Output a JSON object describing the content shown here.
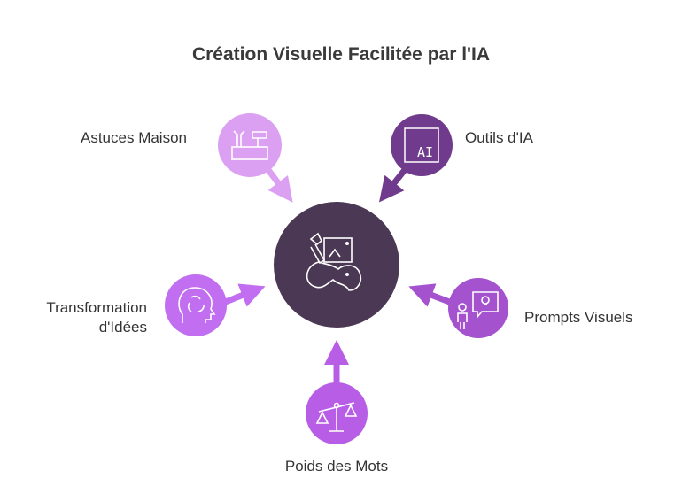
{
  "title": "Création Visuelle Facilitée par l'IA",
  "nodes": [
    {
      "label": "Astuces Maison",
      "icon": "tools-icon",
      "color": "#dca0f2"
    },
    {
      "label": "Outils d'IA",
      "icon": "ai-icon",
      "color": "#703b8c",
      "icon_text": "AI"
    },
    {
      "label": "Transformation d'Idées",
      "label_line1": "Transformation",
      "label_line2": "d'Idées",
      "icon": "head-cycle-icon",
      "color": "#c26ef0"
    },
    {
      "label": "Prompts Visuels",
      "icon": "person-idea-icon",
      "color": "#a552cf"
    },
    {
      "label": "Poids des Mots",
      "icon": "balance-scale-icon",
      "color": "#b85ee6"
    }
  ],
  "center": {
    "icon": "elephant-paint-icon",
    "color": "#4b3854"
  }
}
